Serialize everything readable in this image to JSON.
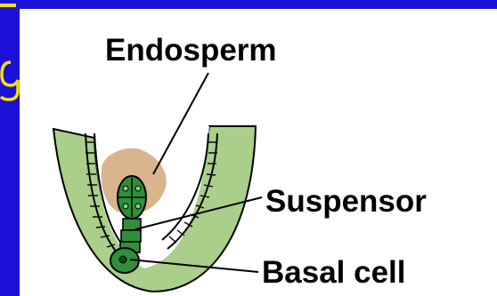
{
  "labels": {
    "endosperm": "Endosperm",
    "suspensor": "Suspensor",
    "basal_cell": "Basal cell"
  },
  "colors": {
    "background": "#1a10d8",
    "slide_text": "#f2e300",
    "panel": "#ffffff",
    "tissue": "#a9cf8a",
    "endosperm": "#d9b48c",
    "embryo": "#2f8f3a",
    "outline": "#000000"
  }
}
